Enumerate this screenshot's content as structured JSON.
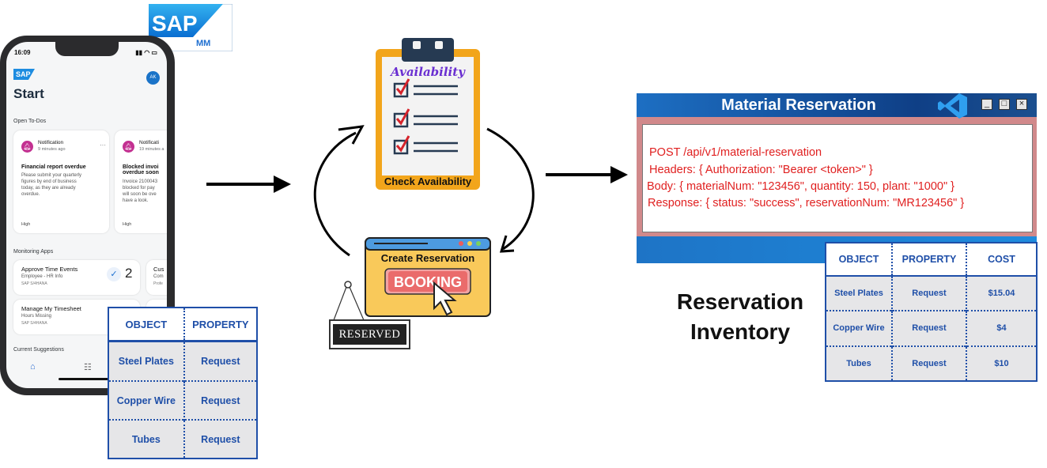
{
  "brand": {
    "logo_text": "SAP",
    "module_text": "MM"
  },
  "phone": {
    "time": "16:09",
    "app_logo": "SAP",
    "avatar_initials": "AK",
    "title": "Start",
    "open_todos_label": "Open To-Dos",
    "todo_cards": [
      {
        "type": "Notification",
        "time": "9 minutes ago",
        "heading": "Financial report overdue",
        "body": [
          "Please submit your quarterly",
          "figures by end of business",
          "today, as they are already",
          "overdue."
        ],
        "priority": "High"
      },
      {
        "type": "Notificati",
        "time": "19 minutes a",
        "heading": [
          "Blocked invoi",
          "overdue soon"
        ],
        "body": [
          "Invoice 2100043",
          "blocked for pay",
          "will soon be ove",
          "have a look."
        ],
        "priority": "High"
      }
    ],
    "monitoring_label": "Monitoring Apps",
    "monitoring_apps": [
      {
        "title": "Approve Time Events",
        "subtitle": "Employee - HR Info",
        "system": "SAP S/4HANA",
        "count": "2"
      },
      {
        "title": "Cus",
        "subtitle": "Com",
        "system": "Profe"
      },
      {
        "title": "Manage My Timesheet",
        "subtitle": "Hours Missing",
        "system": "SAP S/4HANA"
      },
      {
        "title": "My"
      }
    ],
    "suggestions_label": "Current Suggestions",
    "tabbar_icons": [
      "home-icon",
      "list-icon"
    ]
  },
  "left_table": {
    "headers": [
      "OBJECT",
      "PROPERTY"
    ],
    "rows": [
      [
        "Steel Plates",
        "Request"
      ],
      [
        "Copper Wire",
        "Request"
      ],
      [
        "Tubes",
        "Request"
      ]
    ]
  },
  "clipboard": {
    "title": "Availability",
    "caption": "Check Availability"
  },
  "browser": {
    "title": "Create Reservation",
    "button_label": "BOOKING",
    "tag_label": "RESERVED"
  },
  "api_window": {
    "title": "Material Reservation",
    "lines": [
      "POST /api/v1/material-reservation",
      "Headers: { Authorization: \"Bearer <token>\" }",
      "Body: { materialNum: \"123456\", quantity: 150, plant: \"1000\" }",
      "Response: { status: \"success\", reservationNum: \"MR123456\" }"
    ]
  },
  "reservation_label": [
    "Reservation",
    "Inventory"
  ],
  "right_table": {
    "headers": [
      "OBJECT",
      "PROPERTY",
      "COST"
    ],
    "rows": [
      [
        "Steel Plates",
        "Request",
        "$15.04"
      ],
      [
        "Copper Wire",
        "Request",
        "$4"
      ],
      [
        "Tubes",
        "Request",
        "$10"
      ]
    ]
  },
  "colors": {
    "sap_blue": "#1d8ce0",
    "table_blue": "#1f4fa8",
    "code_red": "#e02020",
    "window_pink": "#d1898b"
  }
}
